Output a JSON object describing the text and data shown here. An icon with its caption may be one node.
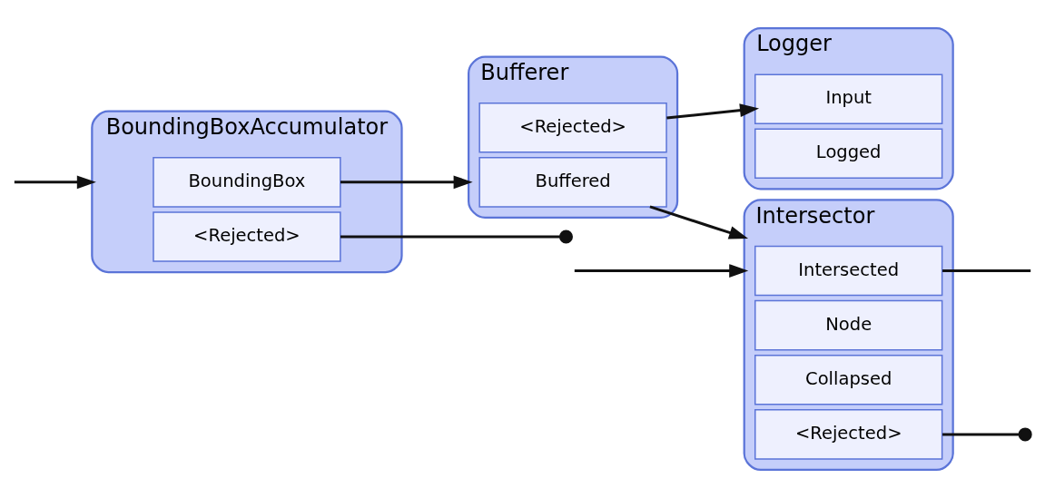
{
  "diagram": {
    "nodes": [
      {
        "text": [
          "Intersector"
        ]
      },
      {
        "text": [
          "Intersected"
        ],
        "in": 0
      },
      {
        "text": [
          "Node"
        ],
        "in": 0
      },
      {
        "text": [
          "Collapsed"
        ],
        "in": 0
      },
      {
        "text": [
          "<Rejected>"
        ],
        "in": 0
      },
      {
        "text": [
          "BoundingBoxAccumulator"
        ]
      },
      {
        "text": [
          "BoundingBox"
        ],
        "in": 5
      },
      {
        "text": [
          "<Rejected>"
        ],
        "in": 5
      },
      {
        "text": [
          "Bufferer"
        ]
      },
      {
        "text": [
          "Buffered"
        ],
        "in": 8
      },
      {
        "text": [
          "<Rejected>"
        ],
        "in": 8
      },
      {
        "text": [
          "Logger"
        ]
      },
      {
        "text": [
          "Input"
        ],
        "in": 11
      },
      {
        "text": [
          "Logged"
        ],
        "in": 11
      }
    ],
    "edges": [
      {
        "from": null,
        "to": 0,
        "arrow": "to"
      },
      {
        "from": 1,
        "to": null,
        "arrow": "none"
      },
      {
        "from": 4,
        "to": null,
        "arrow": "other"
      },
      {
        "from": null,
        "to": 5,
        "arrow": "to"
      },
      {
        "from": 6,
        "to": 8,
        "arrow": "to"
      },
      {
        "from": 7,
        "to": null,
        "arrow": "other"
      },
      {
        "from": 9,
        "to": 0,
        "arrow": "to"
      },
      {
        "from": 10,
        "to": 12,
        "arrow": "to"
      }
    ]
  }
}
